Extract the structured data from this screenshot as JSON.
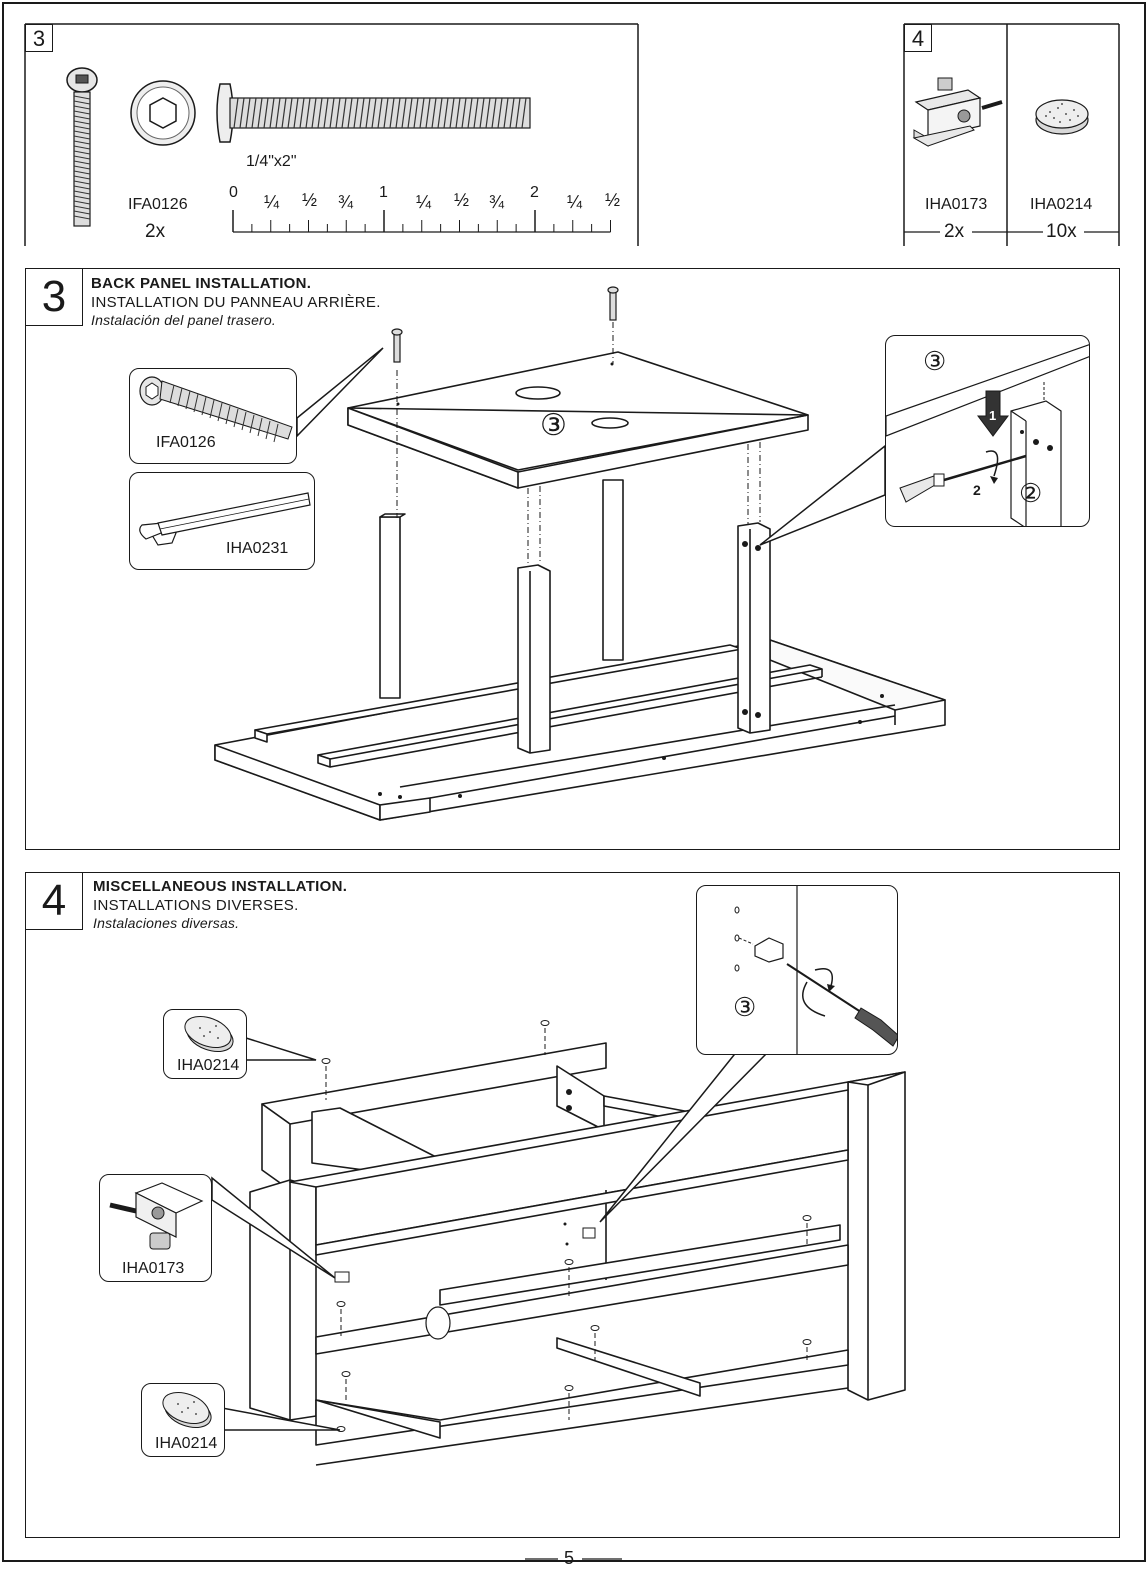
{
  "hardware_panel_left": {
    "step_number": "3",
    "bolt_code": "IFA0126",
    "bolt_qty": "2x",
    "bolt_size": "1/4\"x2\"",
    "ruler_labels": [
      "0",
      "¼",
      "½",
      "¾",
      "1",
      "¼",
      "½",
      "¾",
      "2",
      "¼",
      "½"
    ]
  },
  "hardware_panel_right": {
    "step_number": "4",
    "items": [
      {
        "code": "IHA0173",
        "qty": "2x",
        "icon": "bracket-clip-icon"
      },
      {
        "code": "IHA0214",
        "qty": "10x",
        "icon": "felt-pad-icon"
      }
    ]
  },
  "step3": {
    "number": "3",
    "title_en": "BACK PANEL INSTALLATION.",
    "title_fr": "INSTALLATION DU PANNEAU ARRIÈRE.",
    "title_es": "Instalación del panel trasero.",
    "callout_bolt_code": "IFA0126",
    "callout_key_code": "IHA0231",
    "panel_marker": "③",
    "detail_marker_top": "③",
    "detail_marker_side": "②",
    "detail_arrow_1": "1",
    "detail_arrow_2": "2"
  },
  "step4": {
    "number": "4",
    "title_en": "MISCELLANEOUS INSTALLATION.",
    "title_fr": "INSTALLATIONS DIVERSES.",
    "title_es": "Instalaciones diversas.",
    "callout_pad_top_code": "IHA0214",
    "callout_clip_code": "IHA0173",
    "callout_pad_bottom_code": "IHA0214",
    "detail_marker": "③"
  },
  "footer": {
    "page_number": "5"
  }
}
